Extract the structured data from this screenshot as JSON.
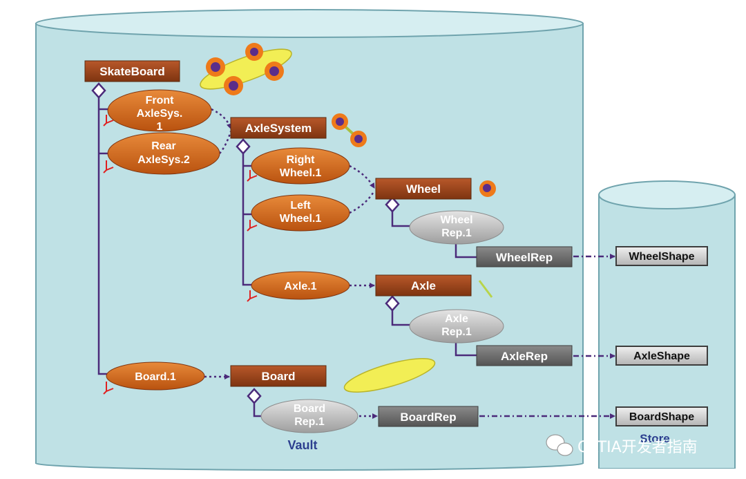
{
  "containers": {
    "vault": "Vault",
    "store": "Store"
  },
  "products": {
    "skateboard": "SkateBoard",
    "axlesystem": "AxleSystem",
    "wheel": "Wheel",
    "axle": "Axle",
    "board": "Board"
  },
  "instances": {
    "front_axlesys": [
      "Front",
      "AxleSys.",
      "1"
    ],
    "rear_axlesys": [
      "Rear",
      "AxleSys.2"
    ],
    "right_wheel": [
      "Right",
      "Wheel.1"
    ],
    "left_wheel": [
      "Left",
      "Wheel.1"
    ],
    "axle1": [
      "Axle.1"
    ],
    "board1": [
      "Board.1"
    ]
  },
  "rep_instances": {
    "wheel_rep": [
      "Wheel",
      "Rep.1"
    ],
    "axle_rep": [
      "Axle",
      "Rep.1"
    ],
    "board_rep": [
      "Board",
      "Rep.1"
    ]
  },
  "representations": {
    "wheelrep": "WheelRep",
    "axlerep": "AxleRep",
    "boardrep": "BoardRep"
  },
  "shapes": {
    "wheelshape": "WheelShape",
    "axleshape": "AxleShape",
    "boardshape": "BoardShape"
  },
  "watermark": "CATIA开发者指南",
  "colors": {
    "cylinder_fill": "#bfe1e5",
    "product_box": "#a0461c",
    "instance_oval": "#d26a1e",
    "rep_oval": "#b9b9b9",
    "rep_box": "#6f6f6f",
    "shape_box": "#8a8a8a",
    "link_line": "#4b2a7a",
    "wheel_orange": "#ee7a1a",
    "wheel_hub": "#5b2d8a",
    "board_yellow": "#f2ee55"
  }
}
